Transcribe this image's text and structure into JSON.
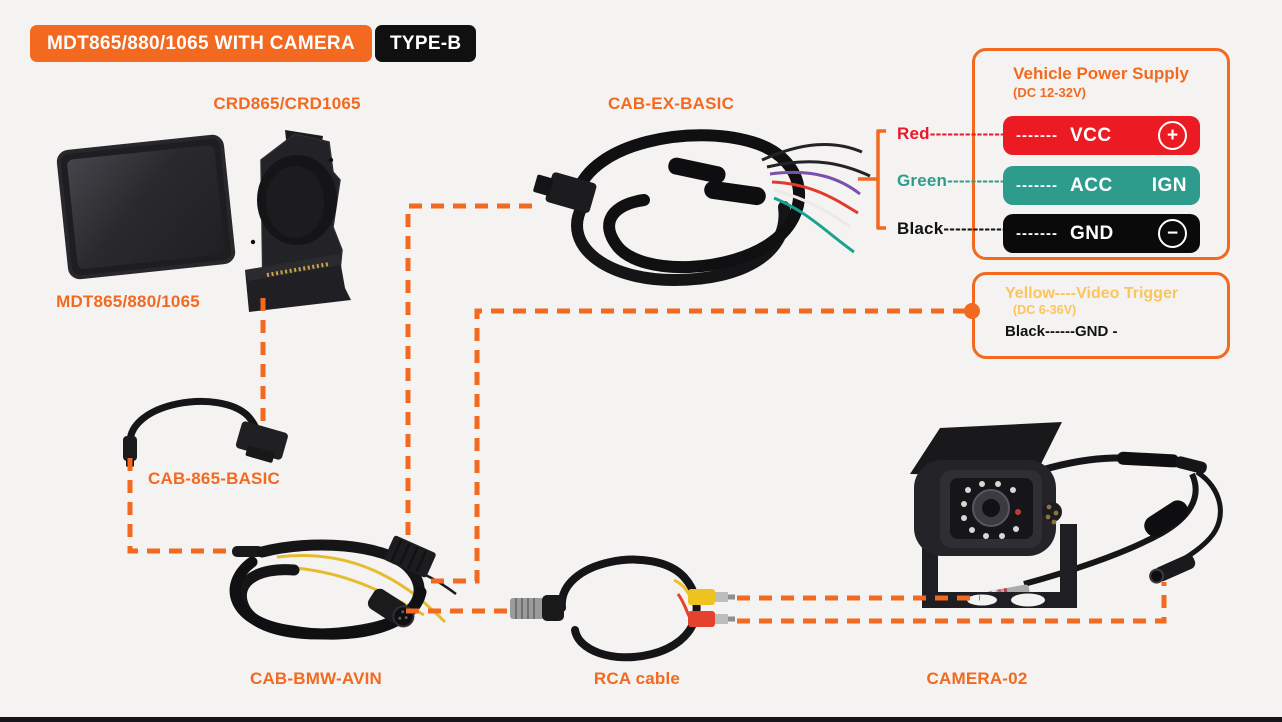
{
  "header": {
    "title": "MDT865/880/1065 WITH CAMERA",
    "badge": "TYPE-B"
  },
  "labels": {
    "cradle": "CRD865/CRD1065",
    "tablet": "MDT865/880/1065",
    "cab_ex": "CAB-EX-BASIC",
    "cab_865": "CAB-865-BASIC",
    "cab_bmw": "CAB-BMW-AVIN",
    "rca": "RCA cable",
    "camera": "CAMERA-02"
  },
  "power_box": {
    "title": "Vehicle Power Supply",
    "subtitle": "(DC 12-32V)",
    "rows": [
      {
        "wire": "Red",
        "wire_dashes": "----------------",
        "pill_dashes": "-------",
        "terminal": "VCC",
        "symbol": "+"
      },
      {
        "wire": "Green",
        "wire_dashes": "----------------",
        "pill_dashes": "-------",
        "terminal": "ACC",
        "right_text": "IGN"
      },
      {
        "wire": "Black",
        "wire_dashes": "----------------",
        "pill_dashes": "-------",
        "terminal": "GND",
        "symbol": "−"
      }
    ]
  },
  "trigger_box": {
    "line1": "Yellow----Video Trigger",
    "line2": "(DC 6-36V)",
    "line3": "Black------GND -"
  },
  "colors": {
    "accent_orange": "#f2691f",
    "red": "#ec1b23",
    "teal": "#2e9c8d",
    "black": "#0a0a0a",
    "yellow": "#fbc55c",
    "background": "#f4f3f1"
  }
}
